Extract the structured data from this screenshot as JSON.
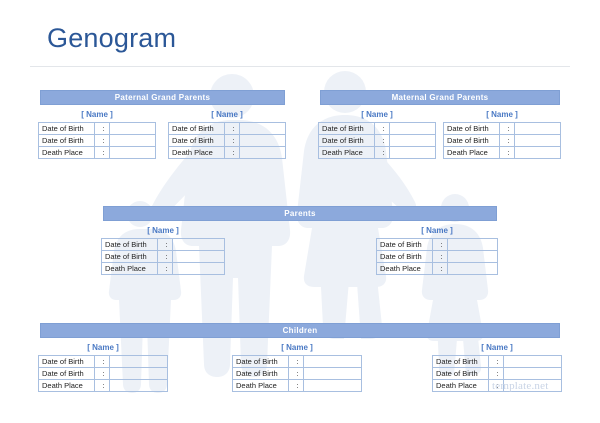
{
  "document": {
    "title": "Genogram",
    "watermark": "template.net"
  },
  "labels": {
    "name": "[ Name ]",
    "colon": ":",
    "rows": [
      "Date of Birth",
      "Date of Birth",
      "Death Place"
    ]
  },
  "colors": {
    "bar_fill": "#8ca9dc",
    "bar_border": "#7f9fd4",
    "title": "#2b5797",
    "name_text": "#4a79c4",
    "table_border": "#a8bfe0",
    "divider": "#e3e6ea",
    "watermark": "#c9d4e6"
  },
  "sections": [
    {
      "id": "paternal-grand-parents",
      "heading": "Paternal Grand Parents",
      "people": [
        {
          "name": "[ Name ]",
          "fields": [
            {
              "label": "Date of Birth",
              "value": ""
            },
            {
              "label": "Date of Birth",
              "value": ""
            },
            {
              "label": "Death Place",
              "value": ""
            }
          ]
        },
        {
          "name": "[ Name ]",
          "fields": [
            {
              "label": "Date of Birth",
              "value": ""
            },
            {
              "label": "Date of Birth",
              "value": ""
            },
            {
              "label": "Death Place",
              "value": ""
            }
          ]
        }
      ]
    },
    {
      "id": "maternal-grand-parents",
      "heading": "Maternal Grand Parents",
      "people": [
        {
          "name": "[ Name ]",
          "fields": [
            {
              "label": "Date of Birth",
              "value": ""
            },
            {
              "label": "Date of Birth",
              "value": ""
            },
            {
              "label": "Death Place",
              "value": ""
            }
          ]
        },
        {
          "name": "[ Name ]",
          "fields": [
            {
              "label": "Date of Birth",
              "value": ""
            },
            {
              "label": "Date of Birth",
              "value": ""
            },
            {
              "label": "Death Place",
              "value": ""
            }
          ]
        }
      ]
    },
    {
      "id": "parents",
      "heading": "Parents",
      "people": [
        {
          "name": "[ Name ]",
          "fields": [
            {
              "label": "Date of Birth",
              "value": ""
            },
            {
              "label": "Date of Birth",
              "value": ""
            },
            {
              "label": "Death Place",
              "value": ""
            }
          ]
        },
        {
          "name": "[ Name ]",
          "fields": [
            {
              "label": "Date of Birth",
              "value": ""
            },
            {
              "label": "Date of Birth",
              "value": ""
            },
            {
              "label": "Death Place",
              "value": ""
            }
          ]
        }
      ]
    },
    {
      "id": "children",
      "heading": "Children",
      "people": [
        {
          "name": "[ Name ]",
          "fields": [
            {
              "label": "Date of Birth",
              "value": ""
            },
            {
              "label": "Date of Birth",
              "value": ""
            },
            {
              "label": "Death Place",
              "value": ""
            }
          ]
        },
        {
          "name": "[ Name ]",
          "fields": [
            {
              "label": "Date of Birth",
              "value": ""
            },
            {
              "label": "Date of Birth",
              "value": ""
            },
            {
              "label": "Death Place",
              "value": ""
            }
          ]
        },
        {
          "name": "[ Name ]",
          "fields": [
            {
              "label": "Date of Birth",
              "value": ""
            },
            {
              "label": "Date of Birth",
              "value": ""
            },
            {
              "label": "Death Place",
              "value": ""
            }
          ]
        }
      ]
    }
  ]
}
